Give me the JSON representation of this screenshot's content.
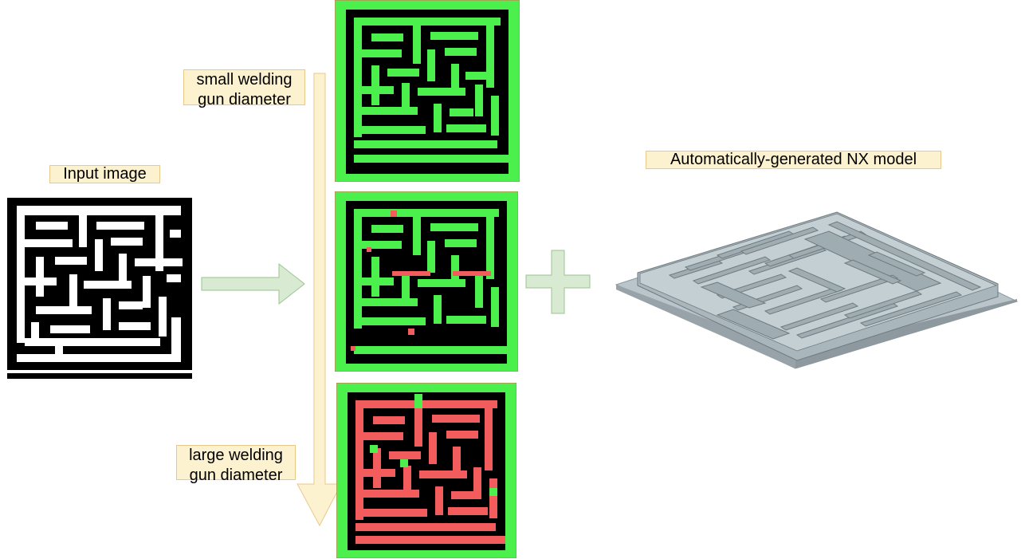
{
  "labels": {
    "input_image": "Input image",
    "small_diameter_line1": "small welding",
    "small_diameter_line2": "gun diameter",
    "large_diameter_line1": "large welding",
    "large_diameter_line2": "gun diameter",
    "nx_model": "Automatically-generated NX model"
  },
  "colors": {
    "label_fill": "#fdf2d0",
    "label_border": "#e8c98a",
    "arrow_green_fill": "#d9ead3",
    "arrow_green_stroke": "#9ac491",
    "arrow_yellow_fill": "#fdf2d0",
    "arrow_yellow_stroke": "#e8c98a",
    "reachable_green": "#4cf04c",
    "unreachable_red": "#f25c5c",
    "maze_wall": "#000000",
    "model_gray": "#aab7bd"
  }
}
